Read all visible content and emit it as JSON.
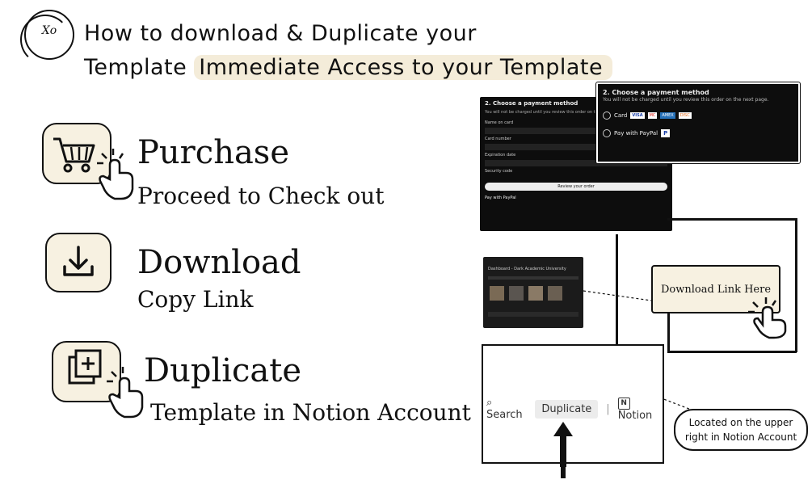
{
  "header": {
    "logo_text": "Xo",
    "line1": "How to download & Duplicate your",
    "line2_prefix": "Template ",
    "line2_highlight": "Immediate Access to your Template"
  },
  "steps": [
    {
      "title": "Purchase",
      "subtitle": "Proceed to Check out",
      "icon": "shopping-cart-icon"
    },
    {
      "title": "Download",
      "subtitle": "Copy Link",
      "icon": "download-icon"
    },
    {
      "title": "Duplicate",
      "subtitle": "Template in Notion Account",
      "icon": "duplicate-icon"
    }
  ],
  "payment": {
    "title": "2. Choose a payment method",
    "note": "You will not be charged until you review this order on the next page.",
    "card_label": "Card",
    "paypal_label": "Pay with PayPal",
    "card_brands": [
      "VISA",
      "MC",
      "AMEX",
      "DISC"
    ],
    "small_fields": [
      "Name on card",
      "Card number",
      "Expiration date",
      "Security code"
    ],
    "review_button": "Review your order"
  },
  "dashboard": {
    "title": "Dashboard - Dark Academic University"
  },
  "callout": {
    "download_link": "Download Link Here"
  },
  "notion": {
    "search": "Search",
    "duplicate": "Duplicate",
    "notion": "Notion"
  },
  "located": {
    "line1": "Located on the upper",
    "line2": "right in Notion Account"
  },
  "colors": {
    "cream": "#f7f1e1",
    "highlight": "#f4ecd9",
    "dark": "#0d0d0d"
  }
}
